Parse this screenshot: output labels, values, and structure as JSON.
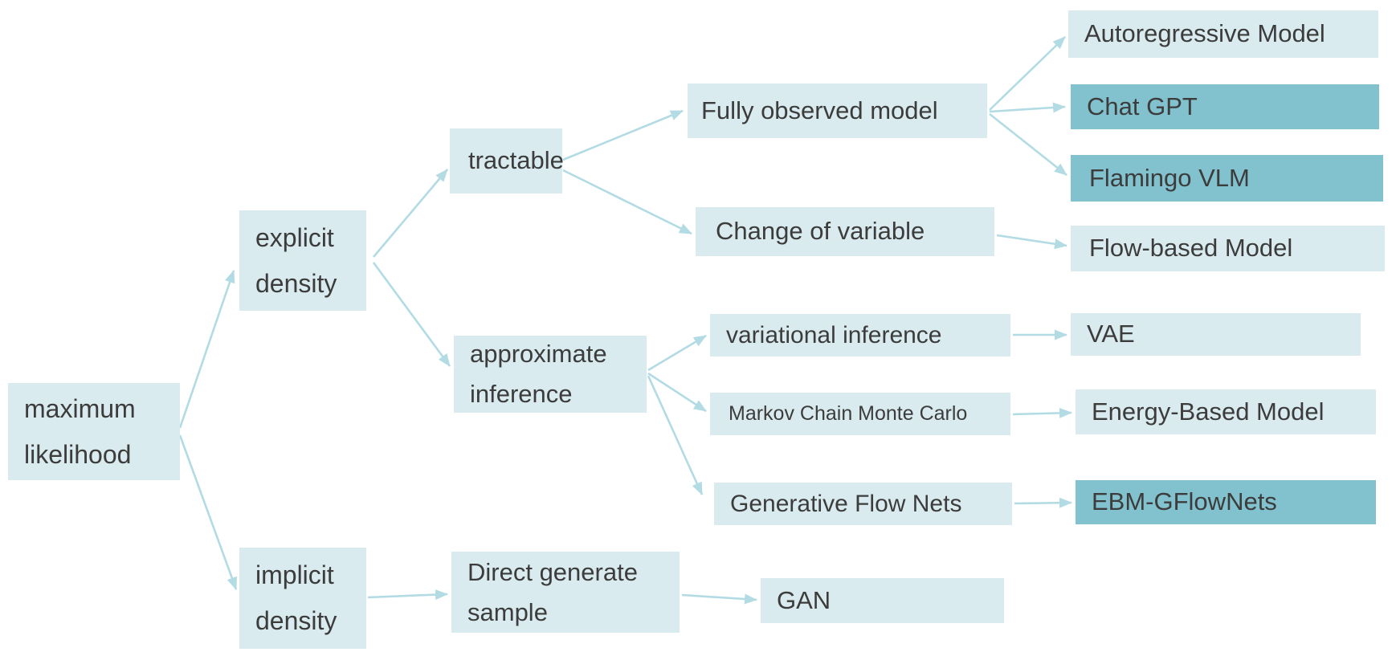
{
  "theme": {
    "bg": "#ffffff",
    "box_light": "#d9ebee",
    "box_dark": "#82c2ce",
    "arrow": "#b2dbe3",
    "text": "#3c3c3c"
  },
  "diagram": {
    "description": "Taxonomy tree of generative models by maximum likelihood",
    "nodes": {
      "maximum_likelihood": "maximum likelihood",
      "explicit_density": "explicit density",
      "implicit_density": "implicit density",
      "tractable": "tractable",
      "approximate_inference": "approximate inference",
      "direct_generate_sample": "Direct generate sample",
      "fully_observed_model": "Fully observed model",
      "change_of_variable": "Change of variable",
      "variational_inference": "variational inference",
      "markov_chain_monte_carlo": "Markov Chain Monte Carlo",
      "generative_flow_nets": "Generative Flow Nets",
      "autoregressive_model": "Autoregressive Model",
      "chat_gpt": "Chat GPT",
      "flamingo_vlm": "Flamingo VLM",
      "flow_based_model": "Flow-based Model",
      "vae": "VAE",
      "energy_based_model": "Energy-Based Model",
      "ebm_gflownets": "EBM-GFlowNets",
      "gan": "GAN"
    },
    "highlighted_nodes": [
      "chat_gpt",
      "flamingo_vlm",
      "ebm_gflownets"
    ],
    "edges": [
      {
        "from": "maximum_likelihood",
        "to": "explicit_density"
      },
      {
        "from": "maximum_likelihood",
        "to": "implicit_density"
      },
      {
        "from": "explicit_density",
        "to": "tractable"
      },
      {
        "from": "explicit_density",
        "to": "approximate_inference"
      },
      {
        "from": "tractable",
        "to": "fully_observed_model"
      },
      {
        "from": "tractable",
        "to": "change_of_variable"
      },
      {
        "from": "fully_observed_model",
        "to": "autoregressive_model"
      },
      {
        "from": "fully_observed_model",
        "to": "chat_gpt"
      },
      {
        "from": "fully_observed_model",
        "to": "flamingo_vlm"
      },
      {
        "from": "change_of_variable",
        "to": "flow_based_model"
      },
      {
        "from": "approximate_inference",
        "to": "variational_inference"
      },
      {
        "from": "approximate_inference",
        "to": "markov_chain_monte_carlo"
      },
      {
        "from": "approximate_inference",
        "to": "generative_flow_nets"
      },
      {
        "from": "variational_inference",
        "to": "vae"
      },
      {
        "from": "markov_chain_monte_carlo",
        "to": "energy_based_model"
      },
      {
        "from": "generative_flow_nets",
        "to": "ebm_gflownets"
      },
      {
        "from": "implicit_density",
        "to": "direct_generate_sample"
      },
      {
        "from": "direct_generate_sample",
        "to": "gan"
      }
    ]
  }
}
